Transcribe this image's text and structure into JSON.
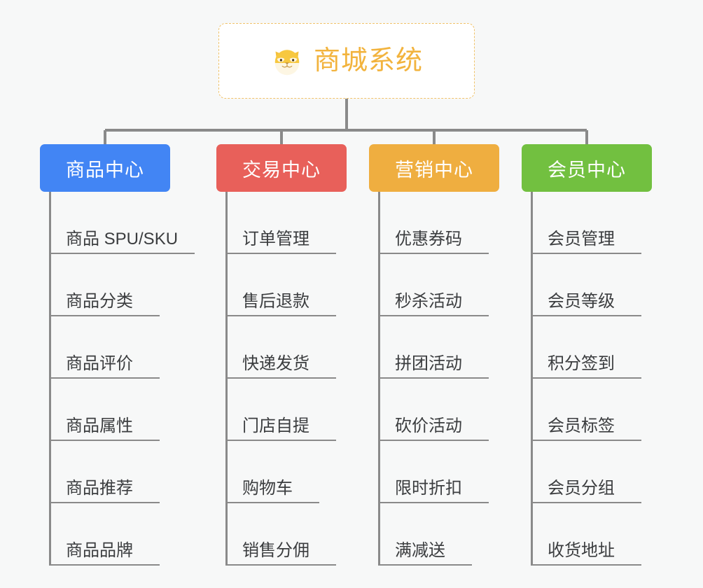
{
  "diagram": {
    "type": "mindmap-tree",
    "background_color": "#f7f8f8",
    "connector_color": "#8a8a8a",
    "root": {
      "title": "商城系统",
      "icon": "shiba-dog-face-emoji",
      "text_color": "#f2b33d",
      "border_color": "#f0c269",
      "background_color": "#ffffff"
    },
    "branches": [
      {
        "label": "商品中心",
        "color": "#4285f4",
        "items": [
          "商品 SPU/SKU",
          "商品分类",
          "商品评价",
          "商品属性",
          "商品推荐",
          "商品品牌"
        ]
      },
      {
        "label": "交易中心",
        "color": "#e8605a",
        "items": [
          "订单管理",
          "售后退款",
          "快递发货",
          "门店自提",
          "购物车",
          "销售分佣"
        ]
      },
      {
        "label": "营销中心",
        "color": "#efae40",
        "items": [
          "优惠券码",
          "秒杀活动",
          "拼团活动",
          "砍价活动",
          "限时折扣",
          "满减送"
        ]
      },
      {
        "label": "会员中心",
        "color": "#72c040",
        "items": [
          "会员管理",
          "会员等级",
          "积分签到",
          "会员标签",
          "会员分组",
          "收货地址"
        ]
      }
    ]
  }
}
